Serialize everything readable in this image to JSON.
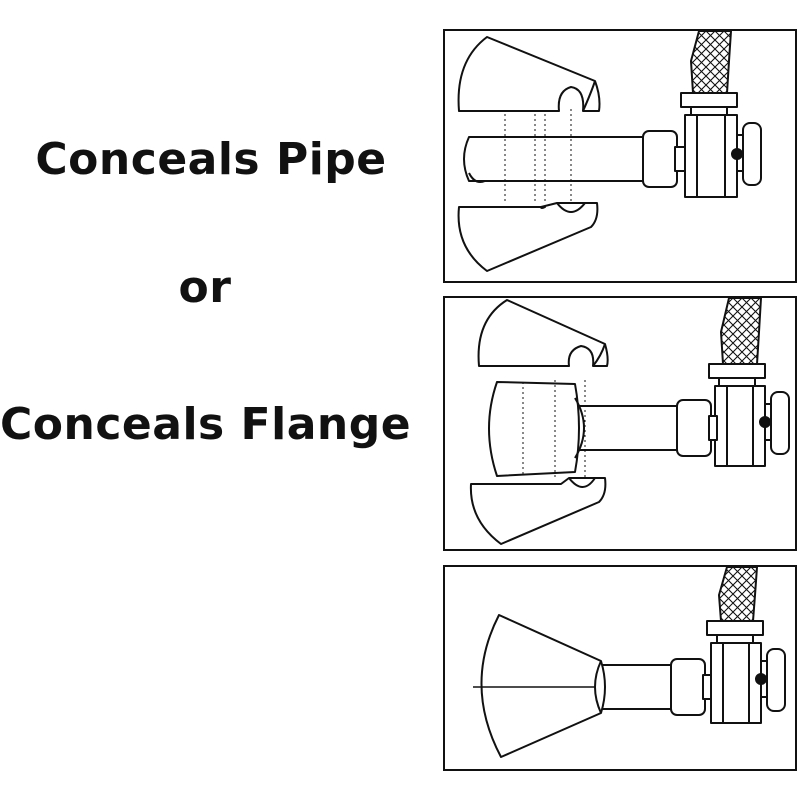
{
  "captions": {
    "pipe": "Conceals Pipe",
    "or": "or",
    "flange": "Conceals Flange"
  },
  "colors": {
    "ink": "#111111",
    "background": "#ffffff"
  },
  "panels": [
    {
      "id": "panel-1",
      "depicts": "split escutcheon separated around pipe"
    },
    {
      "id": "panel-2",
      "depicts": "split escutcheon separated around flange"
    },
    {
      "id": "panel-3",
      "depicts": "escutcheon closed on pipe"
    }
  ]
}
